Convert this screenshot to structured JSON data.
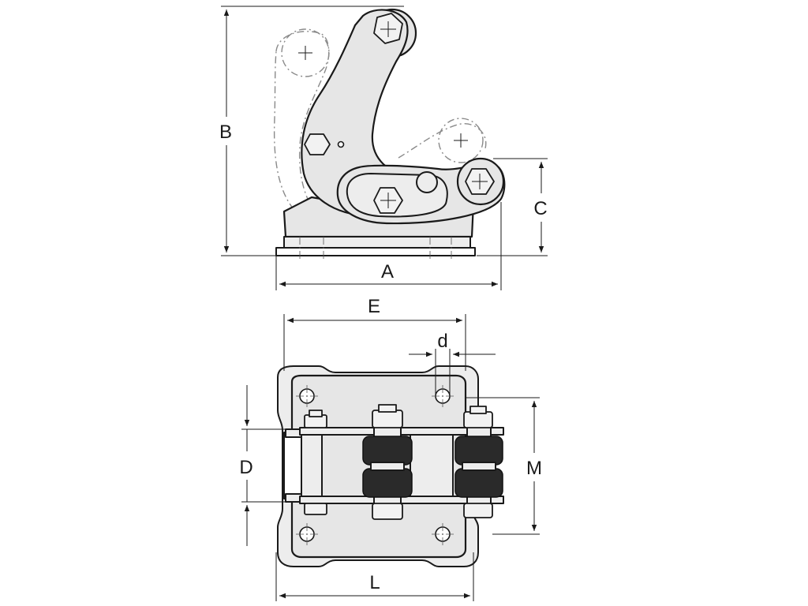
{
  "dimensions": {
    "A": "A",
    "B": "B",
    "C": "C",
    "D": "D",
    "E": "E",
    "d": "d",
    "L": "L",
    "M": "M"
  }
}
